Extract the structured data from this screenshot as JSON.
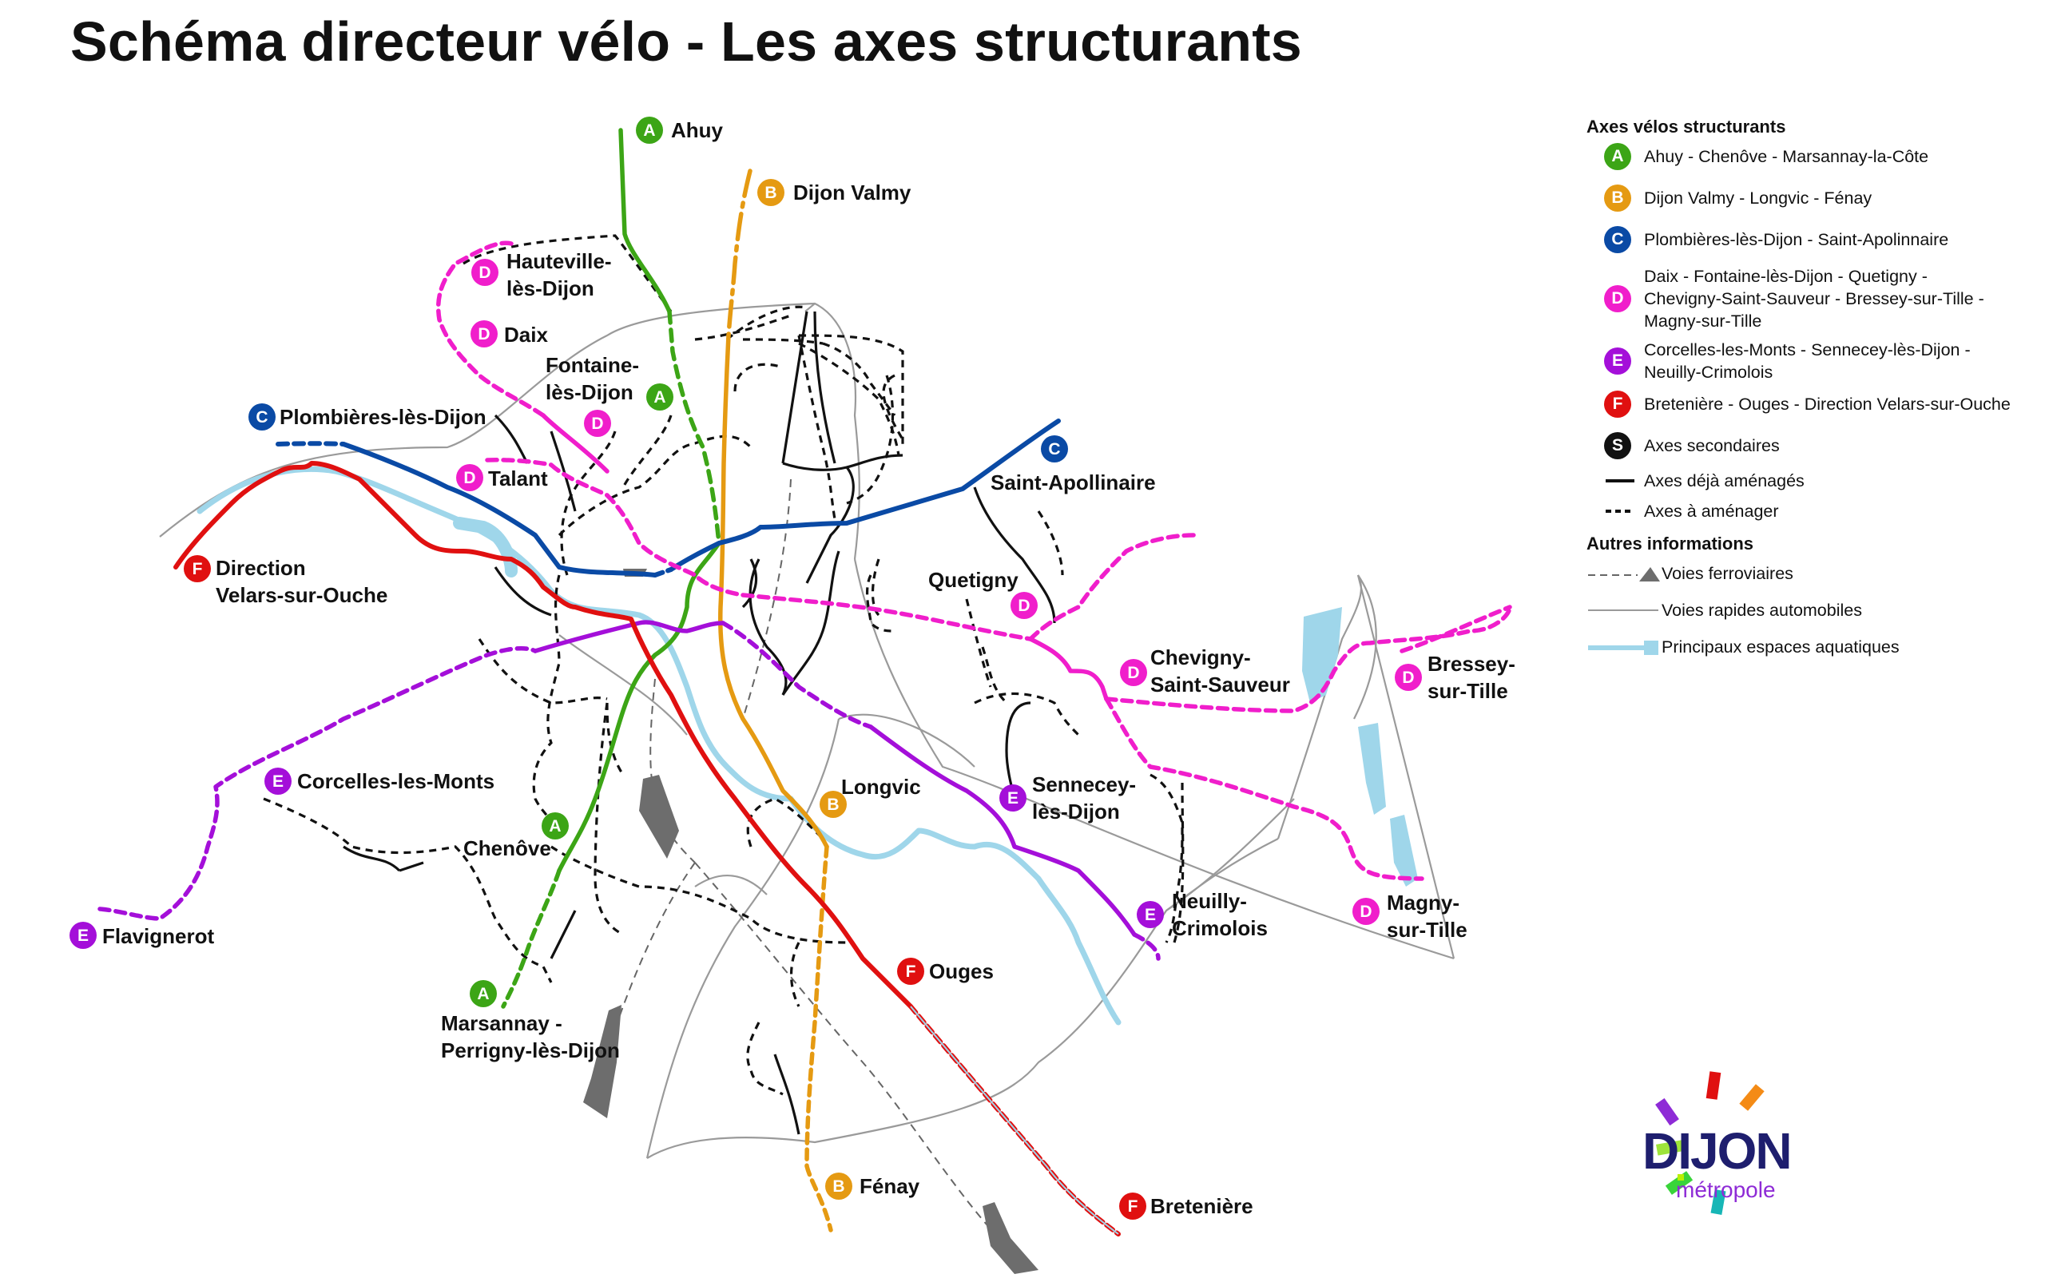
{
  "title": "Schéma directeur vélo - Les axes structurants",
  "colors": {
    "A": "#3ca516",
    "B": "#e59a12",
    "C": "#0a4aa5",
    "D": "#f01ecb",
    "E": "#a40fd9",
    "F": "#e01010",
    "S": "#111111",
    "water": "#9fd6ea",
    "roads": "#9a9a9a",
    "rail": "#666666"
  },
  "map_labels": {
    "ahuy": "Ahuy",
    "dijon_valmy": "Dijon Valmy",
    "hauteville": [
      "Hauteville-",
      "lès-Dijon"
    ],
    "daix": "Daix",
    "fontaine": [
      "Fontaine-",
      "lès-Dijon"
    ],
    "plombieres": "Plombières-lès-Dijon",
    "talant": "Talant",
    "saint_apollinaire": "Saint-Apollinaire",
    "direction_velars": [
      "Direction",
      "Velars-sur-Ouche"
    ],
    "quetigny": "Quetigny",
    "chevigny": [
      "Chevigny-",
      "Saint-Sauveur"
    ],
    "bressey": [
      "Bressey-",
      "sur-Tille"
    ],
    "corcelles": "Corcelles-les-Monts",
    "longvic": "Longvic",
    "sennecey": [
      "Sennecey-",
      "lès-Dijon"
    ],
    "chenove": "Chenôve",
    "flavignerot": "Flavignerot",
    "neuilly": [
      "Neuilly-",
      "Crimolois"
    ],
    "magny": [
      "Magny-",
      "sur-Tille"
    ],
    "ouges": "Ouges",
    "marsannay": [
      "Marsannay -",
      "Perrigny-lès-Dijon"
    ],
    "fenay": "Fénay",
    "breteniere": "Bretenière"
  },
  "legend": {
    "heading_axes": "Axes vélos structurants",
    "axes": [
      {
        "letter": "A",
        "color_key": "A",
        "lines": [
          "Ahuy - Chenôve - Marsannay-la-Côte"
        ]
      },
      {
        "letter": "B",
        "color_key": "B",
        "lines": [
          "Dijon Valmy - Longvic - Fénay"
        ]
      },
      {
        "letter": "C",
        "color_key": "C",
        "lines": [
          "Plombières-lès-Dijon - Saint-Apolinnaire"
        ]
      },
      {
        "letter": "D",
        "color_key": "D",
        "lines": [
          "Daix - Fontaine-lès-Dijon - Quetigny -",
          "Chevigny-Saint-Sauveur - Bressey-sur-Tille -",
          "Magny-sur-Tille"
        ]
      },
      {
        "letter": "E",
        "color_key": "E",
        "lines": [
          "Corcelles-les-Monts - Sennecey-lès-Dijon -",
          "Neuilly-Crimolois"
        ]
      },
      {
        "letter": "F",
        "color_key": "F",
        "lines": [
          "Bretenière - Ouges - Direction Velars-sur-Ouche"
        ]
      },
      {
        "letter": "S",
        "color_key": "S",
        "lines": [
          "Axes secondaires"
        ]
      }
    ],
    "line_styles": [
      {
        "style": "solid",
        "label": "Axes déjà aménagés"
      },
      {
        "style": "dashed",
        "label": "Axes à aménager"
      }
    ],
    "heading_other": "Autres informations",
    "other": [
      {
        "icon": "railway-icon",
        "label": "Voies ferroviaires"
      },
      {
        "icon": "expressway-icon",
        "label": "Voies rapides automobiles"
      },
      {
        "icon": "water-icon",
        "label": "Principaux espaces aquatiques"
      }
    ]
  },
  "logo": {
    "main": "DIJON",
    "sub": "métropole"
  }
}
